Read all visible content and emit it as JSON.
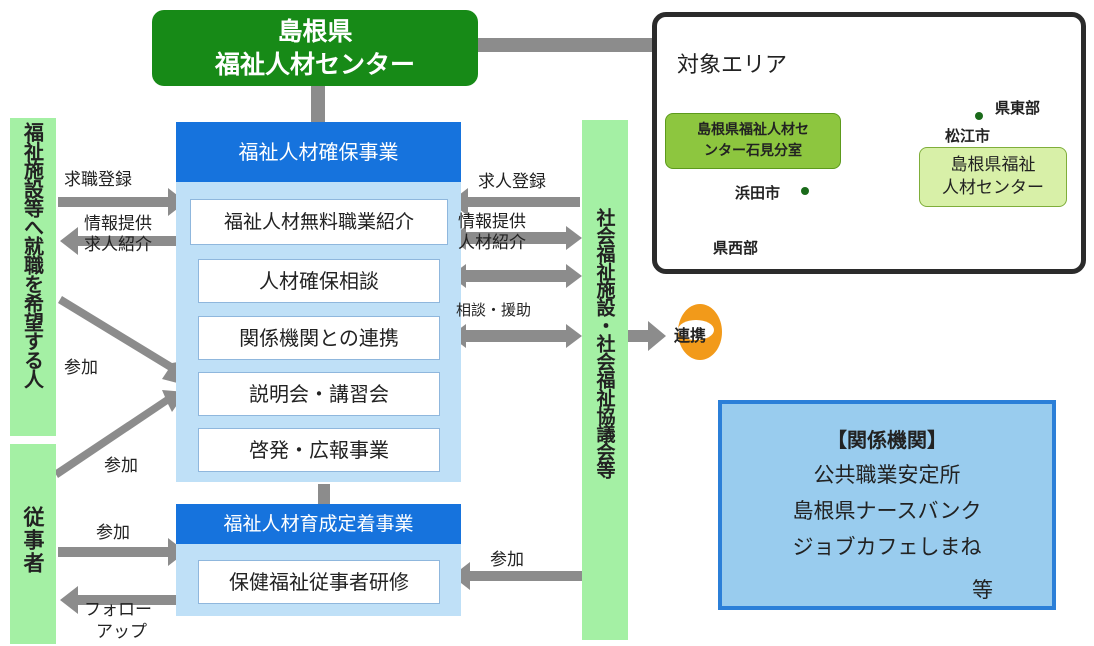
{
  "center": {
    "line1": "島根県",
    "line2": "福祉人材センター"
  },
  "area": {
    "title": "対象エリア",
    "east": "県東部",
    "matsue": "松江市",
    "hamada": "浜田市",
    "west": "県西部",
    "branch_line1": "島根県福祉人材セ",
    "branch_line2": "ンター石見分室",
    "main_line1": "島根県福祉",
    "main_line2": "人材センター"
  },
  "left": {
    "job_seekers": "福祉施設等へ就職を希望する人",
    "workers": "従事者"
  },
  "right": {
    "facilities": "社会福祉施設・社会福祉協議会等"
  },
  "program": {
    "header": "福祉人材確保事業",
    "items": [
      "福祉人材無料職業紹介",
      "人材確保相談",
      "関係機関との連携",
      "説明会・講習会",
      "啓発・広報事業"
    ],
    "training_header": "福祉人材育成定着事業",
    "training_item": "保健福祉従事者研修"
  },
  "arrows": {
    "job_reg": "求職登録",
    "info_left_1": "情報提供",
    "info_left_2": "求人紹介",
    "sankaku_1": "参加",
    "sankaku_2": "参加",
    "sankaku_3": "参加",
    "sankaku_4": "参加",
    "follow_1": "フォロー",
    "follow_2": "アップ",
    "offer_reg": "求人登録",
    "info_right_1": "情報提供",
    "info_right_2": "人材紹介",
    "consult": "相談・援助",
    "renkei": "連携"
  },
  "orgs": {
    "title": "【関係機関】",
    "items": [
      "公共職業安定所",
      "島根県ナースバンク",
      "ジョブカフェしまね"
    ],
    "etc": "等"
  },
  "colors": {
    "center_green": "#178a17",
    "light_green": "#a4f0a4",
    "panel_blue": "#bfe0f7",
    "header_blue": "#1673dd",
    "map_light": "#e3efb8",
    "map_mid": "#8dc63f",
    "arrow_gray": "#8c8c8c",
    "org_fill": "#99ccee",
    "org_border": "#2b7fd8",
    "orange": "#f29a1a"
  }
}
